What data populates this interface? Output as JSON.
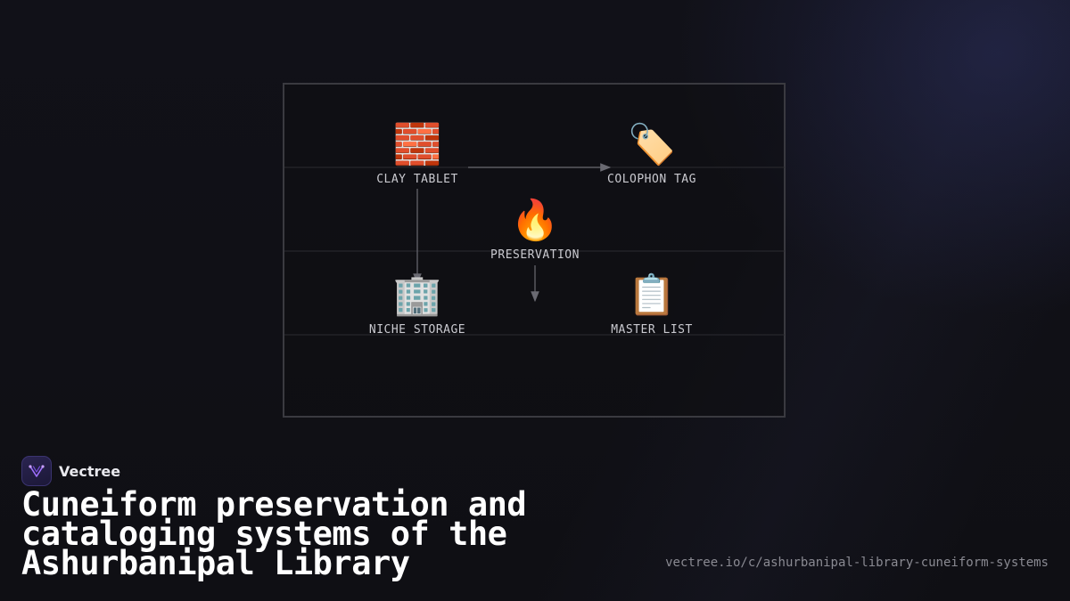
{
  "diagram": {
    "nodes": [
      {
        "id": "clay_tablet",
        "label": "CLAY TABLET",
        "icon": "brick-icon",
        "glyph": "🧱"
      },
      {
        "id": "colophon_tag",
        "label": "COLOPHON TAG",
        "icon": "label-tag-icon",
        "glyph": "🏷️"
      },
      {
        "id": "preservation",
        "label": "PRESERVATION",
        "icon": "fire-icon",
        "glyph": "🔥"
      },
      {
        "id": "niche_storage",
        "label": "NICHE STORAGE",
        "icon": "building-icon",
        "glyph": "🏢"
      },
      {
        "id": "master_list",
        "label": "MASTER LIST",
        "icon": "clipboard-icon",
        "glyph": "📋"
      }
    ],
    "edges": [
      {
        "from": "clay_tablet",
        "to": "colophon_tag"
      },
      {
        "from": "clay_tablet",
        "to": "niche_storage"
      },
      {
        "from": "preservation",
        "to": "below"
      }
    ]
  },
  "brand": {
    "name": "Vectree",
    "logo_icon": "vectree-logo-icon"
  },
  "title": "Cuneiform preservation and cataloging systems of the Ashurbanipal Library",
  "url": "vectree.io/c/ashurbanipal-library-cuneiform-systems",
  "colors": {
    "background": "#101016",
    "accent": "#8a5cf0",
    "text": "#ffffff",
    "muted": "#8a8a92"
  }
}
